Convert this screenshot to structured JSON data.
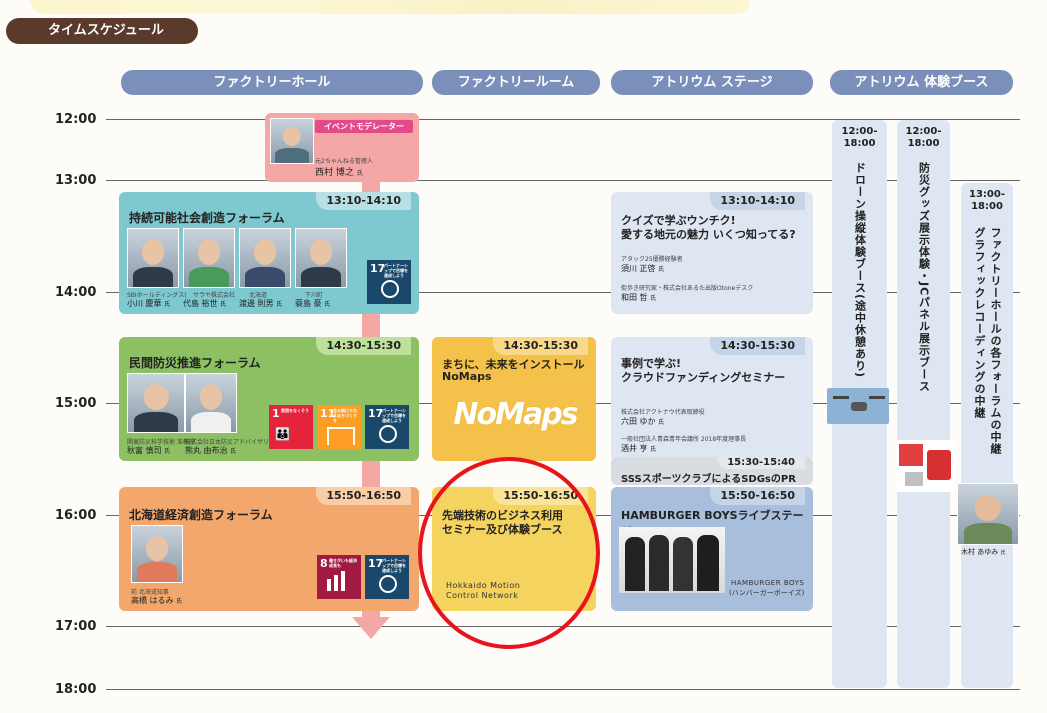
{
  "header": {
    "title": "タイムスケジュール"
  },
  "columns": [
    {
      "label": "ファクトリーホール"
    },
    {
      "label": "ファクトリールーム"
    },
    {
      "label": "アトリウム ステージ"
    },
    {
      "label": "アトリウム 体験ブース"
    }
  ],
  "times": [
    "12:00",
    "13:00",
    "14:00",
    "15:00",
    "16:00",
    "17:00",
    "18:00"
  ],
  "hall": {
    "moderator": {
      "badge": "イベントモデレーター",
      "role": "元2ちゃんねる管理人",
      "name": "西村 博之",
      "suffix": "氏"
    },
    "forum1": {
      "time": "13:10-14:10",
      "title": "持続可能社会創造フォーラム",
      "panelists": [
        {
          "org": "SBIホールディングス(株)社長",
          "name": "小川 慶華",
          "suffix": "氏"
        },
        {
          "org": "サラヤ株式会社",
          "name": "代島 裕世",
          "suffix": "氏"
        },
        {
          "org": "北海道",
          "name": "渡邊 則男",
          "suffix": "氏"
        },
        {
          "org": "下川町",
          "name": "蓑島 豪",
          "suffix": "氏"
        }
      ],
      "sdgs": [
        {
          "num": "17",
          "label": "パートナーシップで目標を達成しよう"
        }
      ]
    },
    "forum2": {
      "time": "14:30-15:30",
      "title": "民間防災推進フォーラム",
      "panelists": [
        {
          "org": "関東防災科学技術 准教授",
          "name": "秋富 慎司",
          "suffix": "氏"
        },
        {
          "org": "株式会社日本防災アドバイザリー",
          "name": "熊丸 由布治",
          "suffix": "氏"
        }
      ],
      "sdgs": [
        {
          "num": "1",
          "label": "貧困をなくそう"
        },
        {
          "num": "11",
          "label": "住み続けられるまちづくりを"
        },
        {
          "num": "17",
          "label": "パートナーシップで目標を達成しよう"
        }
      ]
    },
    "forum3": {
      "time": "15:50-16:50",
      "title": "北海道経済創造フォーラム",
      "panelists": [
        {
          "org": "前 北海道知事",
          "name": "高橋 はるみ",
          "suffix": "氏"
        }
      ],
      "sdgs": [
        {
          "num": "8",
          "label": "働きがいも経済成長も"
        },
        {
          "num": "17",
          "label": "パートナーシップで目標を達成しよう"
        }
      ]
    }
  },
  "room": {
    "nomaps": {
      "time": "14:30-15:30",
      "title_line1": "まちに、未来をインストール",
      "title_line2": "NoMaps",
      "logo": "NoMaps"
    },
    "tech": {
      "time": "15:50-16:50",
      "title_line1": "先端技術のビジネス利用",
      "title_line2": "セミナー及び体験ブース",
      "org_line1": "Hokkaido Motion",
      "org_line2": "Control Network"
    }
  },
  "atrium": {
    "quiz": {
      "time": "13:10-14:10",
      "title_line1": "クイズで学ぶウンチク!",
      "title_line2": "愛する地元の魅力 いくつ知ってる?",
      "speakers": [
        {
          "org": "アタック25優勝経験者",
          "name": "須川 正啓",
          "suffix": "氏"
        },
        {
          "org": "街歩き研究家・株式会社あるた出版Otoneデスク",
          "name": "和田 哲",
          "suffix": "氏"
        }
      ]
    },
    "crowd": {
      "time": "14:30-15:30",
      "title_line1": "事例で学ぶ!",
      "title_line2": "クラウドファンディングセミナー",
      "speakers": [
        {
          "org": "株式会社アクトナウ代表取締役",
          "name": "六田 ゆか",
          "suffix": "氏"
        },
        {
          "org": "一般社団法人青森青年会議所 2018年度理事長",
          "name": "酒井 亨",
          "suffix": "氏"
        }
      ]
    },
    "sss": {
      "time": "15:30-15:40",
      "title": "SSSスポーツクラブによるSDGsのPR"
    },
    "band": {
      "time": "15:50-16:50",
      "title": "HAMBURGER BOYSライブステージ",
      "caption_line1": "HAMBURGER BOYS",
      "caption_line2": "(ハンバーガーボーイズ)"
    }
  },
  "booth": {
    "drone": {
      "time_start": "12:00-",
      "time_end": "18:00",
      "label": "ドローン操縦体験ブース(途中休憩あり)"
    },
    "bousai": {
      "time_start": "12:00-",
      "time_end": "18:00",
      "label": "防災グッズ展示体験・JCパネル展示ブース"
    },
    "graphic": {
      "time_start": "13:00-",
      "time_end": "18:00",
      "label_line1": "ファクトリーホールの各フォーラムの中継",
      "label_line2": "グラフィックレコーディングの中継",
      "person": "木村 あゆみ",
      "suffix": "氏"
    }
  },
  "colors": {
    "column_header": "#7a8fba",
    "teal": "#7ec8cf",
    "green": "#8cc063",
    "orange": "#f3a76c",
    "yellow": "#f4d35e",
    "blue": "#a7bedc",
    "lightblue": "#dde6f1",
    "pink": "#f4a8a6",
    "circle": "#e8141b"
  }
}
